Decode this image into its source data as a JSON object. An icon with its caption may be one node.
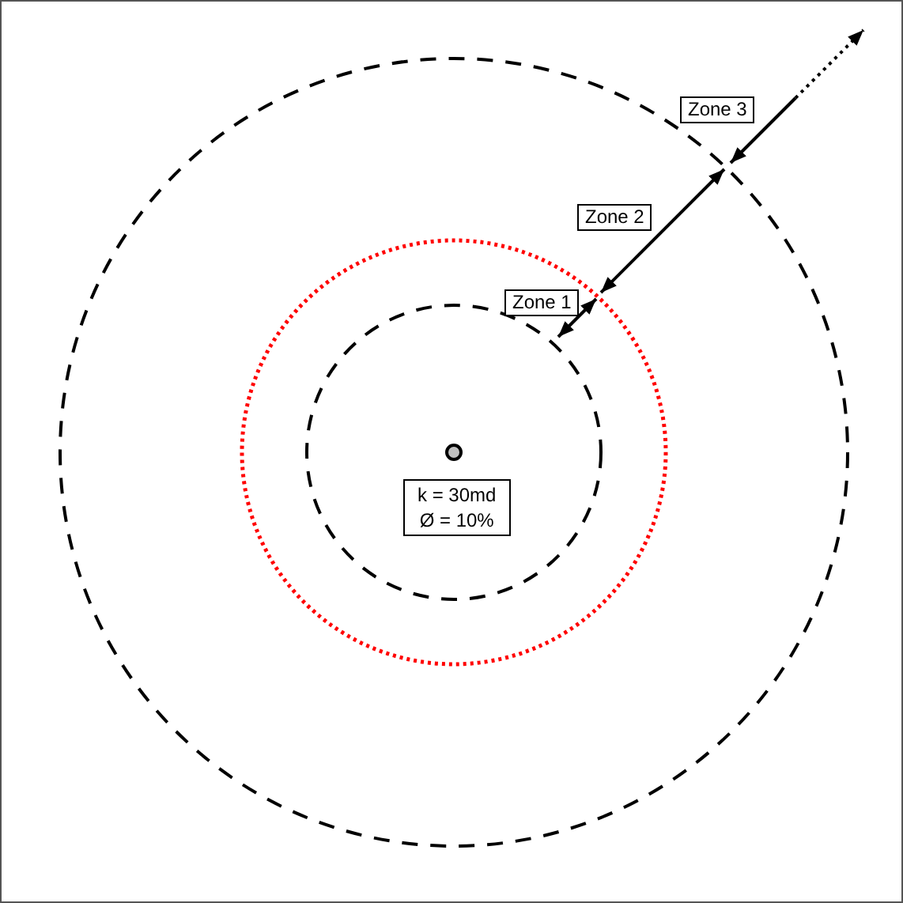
{
  "diagram": {
    "nodes": [
      {
        "text": [
          "Zone 3"
        ]
      },
      {
        "text": [
          "Zone 2"
        ]
      },
      {
        "text": [
          "Zone 1"
        ]
      },
      {
        "text": [
          "k = 30md",
          "Ø = 10%"
        ]
      }
    ]
  }
}
